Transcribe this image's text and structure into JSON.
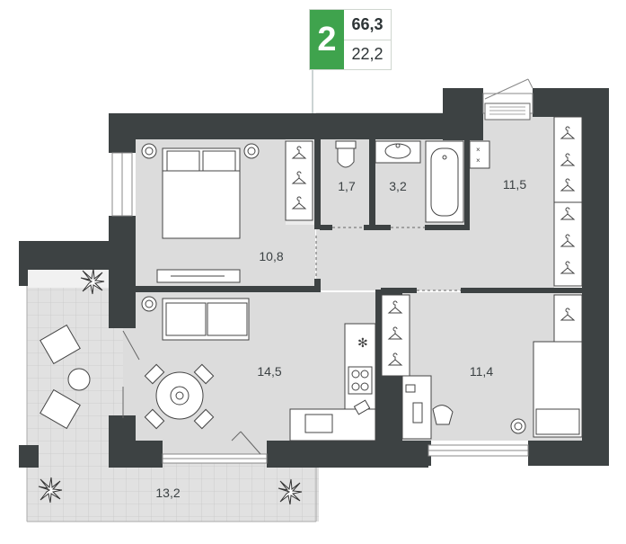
{
  "apartment": {
    "rooms_count": "2",
    "total_area": "66,3",
    "living_area": "22,2"
  },
  "rooms": [
    {
      "id": "bedroom",
      "area": "10,8"
    },
    {
      "id": "toilet",
      "area": "1,7"
    },
    {
      "id": "bathroom",
      "area": "3,2"
    },
    {
      "id": "hallway",
      "area": "11,5"
    },
    {
      "id": "living-kitchen",
      "area": "14,5"
    },
    {
      "id": "second-bedroom",
      "area": "11,4"
    },
    {
      "id": "loggia",
      "area": "13,2"
    }
  ],
  "colors": {
    "wall": "#3d4243",
    "floor": "#dcdcdc",
    "tile": "#e2e2e2",
    "accent": "#3fa34d"
  }
}
